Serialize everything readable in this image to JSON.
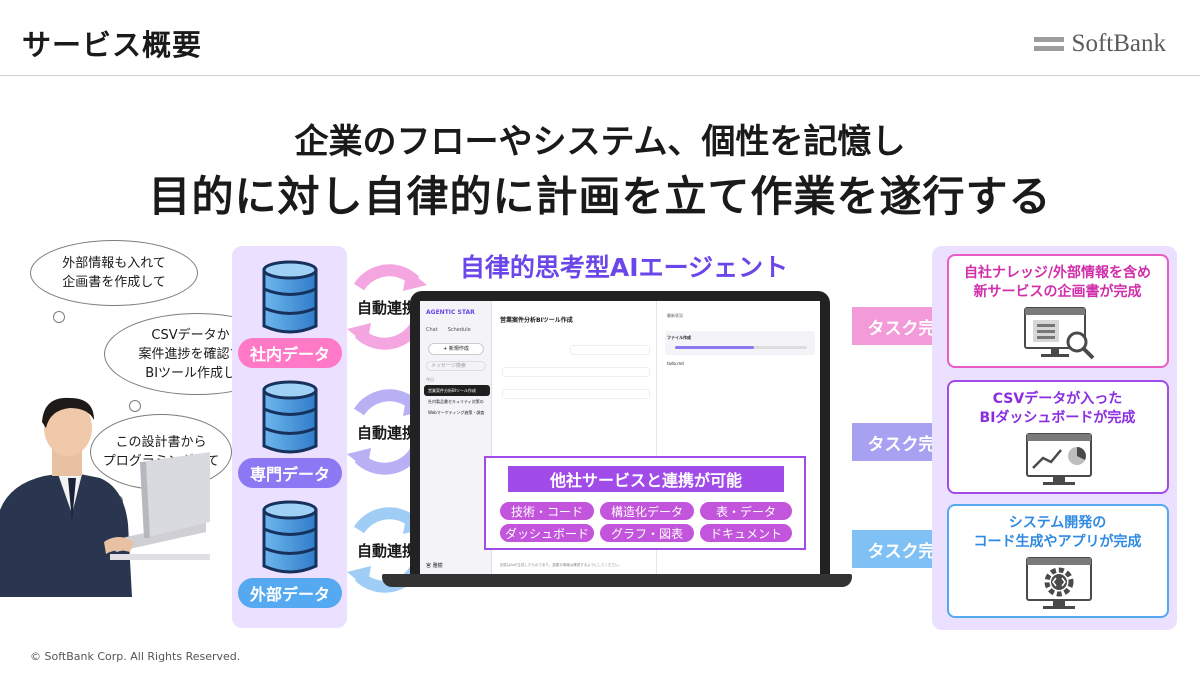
{
  "header": {
    "title": "サービス概要",
    "logo_text": "SoftBank"
  },
  "headline": {
    "line1": "企業のフローやシステム、個性を記憶し",
    "line2": "目的に対し自律的に計画を立て作業を遂行する"
  },
  "bubbles": [
    "外部情報も入れて\n企画書を作成して",
    "CSVデータから\n案件進捗を確認する\nBIツール作成して",
    "この設計書から\nプログラミングして"
  ],
  "data_sources": [
    {
      "label": "社内データ",
      "color": "#ff79c6"
    },
    {
      "label": "専門データ",
      "color": "#8b78f2"
    },
    {
      "label": "外部データ",
      "color": "#55a9f0"
    }
  ],
  "sync_label": "自動連携",
  "center_title": "自律的思考型AIエージェント",
  "app": {
    "brand": "AGENTIC STAR",
    "nav": [
      "Chat",
      "Schedule"
    ],
    "new_button": "+ 新規作成",
    "search_placeholder": "メッセージ検索",
    "history_label": "今日",
    "history": [
      "営業案件分析BIツール作成",
      "社内製品書セキュリティ対策の",
      "Webマーケティング施策・調査"
    ],
    "main_title": "営業案件分析BIツール作成",
    "right_tab": "最新状況",
    "file_label": "ファイル作成",
    "file_name": "todo.md",
    "progress": 0.6,
    "user": "宮 雅樹",
    "bottom_note": "回答はAIが生成したものであり、重要な情報は確認するようにしてください。"
  },
  "integration": {
    "title": "他社サービスと連携が可能",
    "tags": [
      "技術・コード",
      "構造化データ",
      "表・データ",
      "ダッシュボード",
      "グラフ・図表",
      "ドキュメント"
    ]
  },
  "task_complete_label": "タスク完了",
  "results": [
    {
      "title": "自社ナレッジ/外部情報を含め\n新サービスの企画書が完成",
      "icon": "document-search-icon"
    },
    {
      "title": "CSVデータが入った\nBIダッシュボードが完成",
      "icon": "dashboard-icon"
    },
    {
      "title": "システム開発の\nコード生成やアプリが完成",
      "icon": "code-gear-icon"
    }
  ],
  "colors": {
    "pink": "#ff79c6",
    "purple": "#8b78f2",
    "blue": "#55a9f0",
    "accent_purple": "#a14be8",
    "title_purple": "#6b46e8",
    "panel_bg": "#ebe0ff"
  },
  "footer": "© SoftBank Corp. All Rights Reserved."
}
